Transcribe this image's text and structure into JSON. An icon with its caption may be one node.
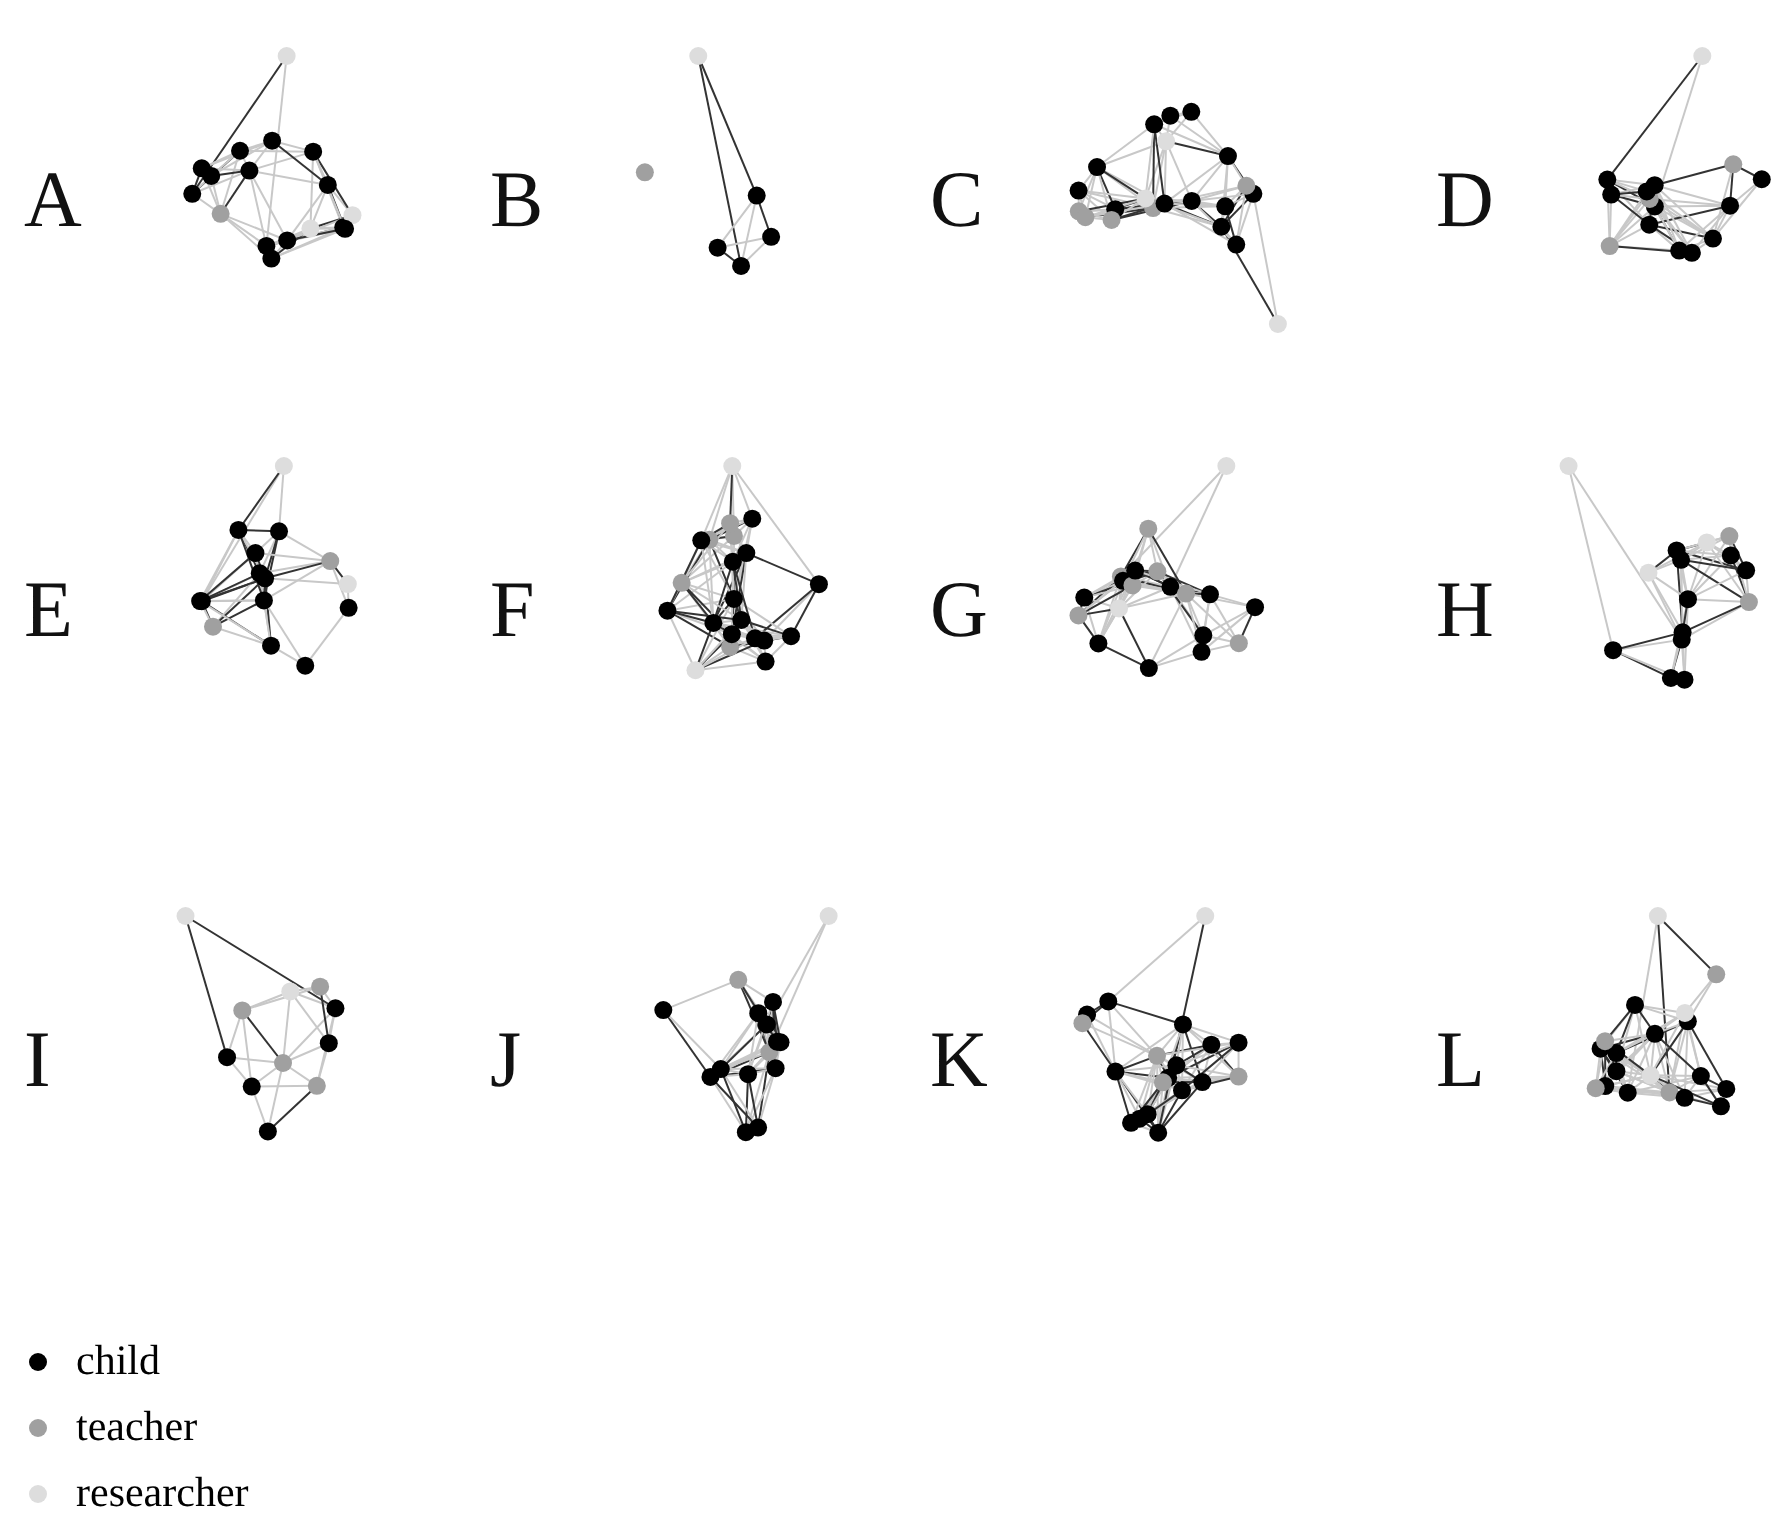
{
  "diagram": {
    "labels": [
      "A",
      "B",
      "C",
      "D",
      "E",
      "F",
      "G",
      "H",
      "I",
      "J",
      "K",
      "L"
    ],
    "legend": [
      {
        "text": "child",
        "color": "#000000"
      },
      {
        "text": "teacher",
        "color": "#a0a0a0"
      },
      {
        "text": "researcher",
        "color": "#dddddd"
      }
    ]
  }
}
